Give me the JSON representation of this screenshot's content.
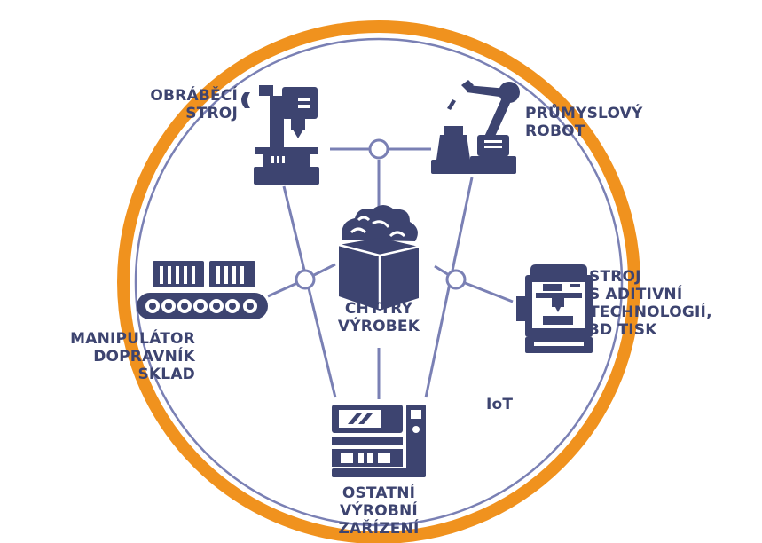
{
  "colors": {
    "ring": "#f0921e",
    "line": "#7a80b4",
    "icon": "#3d4470",
    "text": "#3d4470"
  },
  "center": {
    "label_lines": [
      "CHYTRÝ",
      "VÝROBEK"
    ]
  },
  "nodes": {
    "machine_tool": {
      "label_lines": [
        "OBRÁBĚCÍ",
        "STROJ"
      ],
      "icon": "milling-machine-icon"
    },
    "robot": {
      "label_lines": [
        "PRŮMYSLOVÝ",
        "ROBOT"
      ],
      "icon": "industrial-robot-icon"
    },
    "conveyor": {
      "label_lines": [
        "MANIPULÁTOR",
        "DOPRAVNÍK",
        "SKLAD"
      ],
      "icon": "conveyor-icon"
    },
    "printer": {
      "label_lines": [
        "STROJ",
        "S ADITIVNÍ",
        "TECHNOLOGIÍ,",
        "3D TISK"
      ],
      "icon": "3d-printer-icon"
    },
    "other": {
      "label_lines": [
        "OSTATNÍ",
        "VÝROBNÍ",
        "ZAŘÍZENÍ"
      ],
      "icon": "production-equipment-icon"
    }
  },
  "network_label": "IoT"
}
